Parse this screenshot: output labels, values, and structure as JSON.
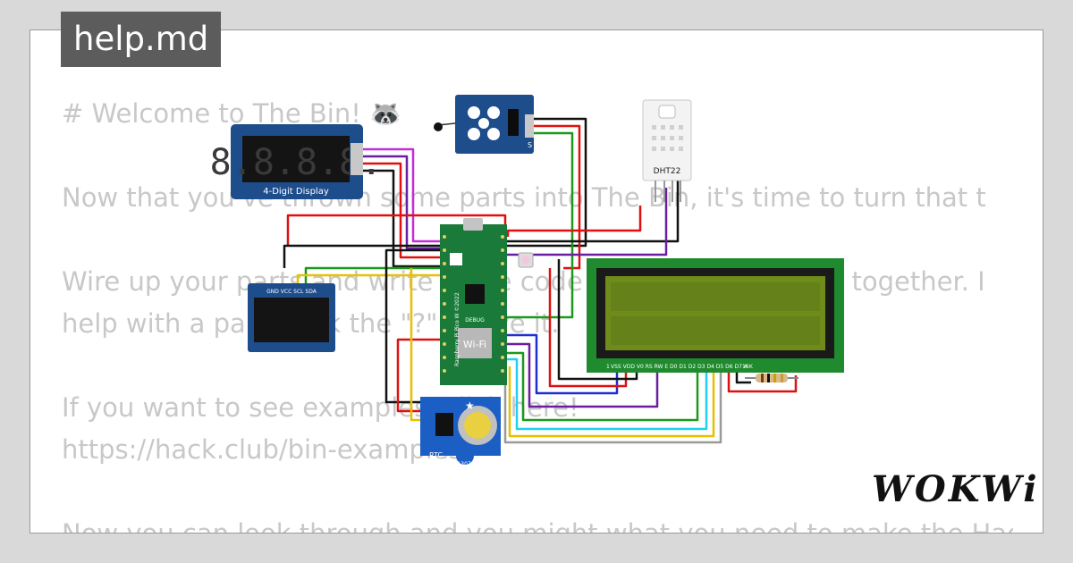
{
  "file_tab": {
    "label": "help.md"
  },
  "document": {
    "lines": [
      "# Welcome to The Bin! 🦝",
      "",
      "Now that you've thrown some parts into The Bin, it's time to turn that t",
      "",
      "Wire up your parts and write some code to make them work together. I",
      "help with a part, click the \"?\" above it.",
      "",
      "If you want to see examples, click here!",
      "https://hack.club/bin-examples",
      "",
      "Now you can look through and you might what you need to make the Hack Club"
    ]
  },
  "components": {
    "seven_segment": {
      "digits": "8.8.8.8.",
      "label": "4-Digit Display"
    },
    "oled": {
      "pins": "GND VCC SCL SDA"
    },
    "pico": {
      "board_label": "Raspberry Pi Pico W ©2022",
      "wifi": "Wi-Fi",
      "debug": "DEBUG"
    },
    "rtc": {
      "label": "RTC",
      "chip": "DS1307"
    },
    "dht": {
      "label": "DHT22"
    },
    "lcd": {
      "pin_labels": "VSS VDD V0 RS RW E  D0 D1 D2 D3 D4 D5 D6 D7 A  K",
      "pin_first": "1",
      "pin_last": "16"
    },
    "joystick": {
      "pin_label": "S"
    }
  },
  "brand": {
    "logo_text": "WOKWi"
  },
  "colors": {
    "panel_bg": "#ffffff",
    "tab_bg": "#5c5c5c",
    "doc_text": "#c8c8c8",
    "board_green": "#1a7a3a",
    "display_blue": "#1e4d8c",
    "lcd_green": "#1f8a2e",
    "lcd_screen": "#6f8c1a",
    "rtc_blue": "#1c5fc4"
  }
}
